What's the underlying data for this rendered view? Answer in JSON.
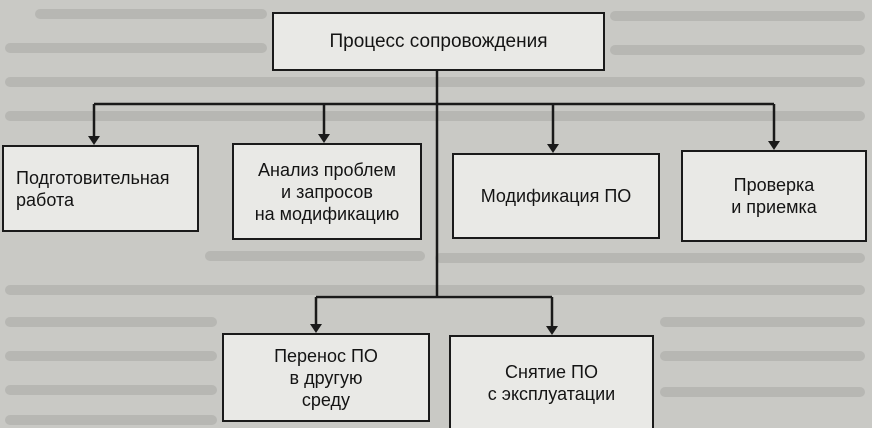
{
  "diagram": {
    "root": "Процесс сопровождения",
    "level1": [
      "Подготовительная\nработа",
      "Анализ проблем\nи запросов\nна модификацию",
      "Модификация ПО",
      "Проверка\nи приемка"
    ],
    "level2": [
      "Перенос ПО\nв другую\nсреду",
      "Снятие ПО\nс эксплуатации"
    ]
  },
  "background_text_color": "#8a8a86"
}
